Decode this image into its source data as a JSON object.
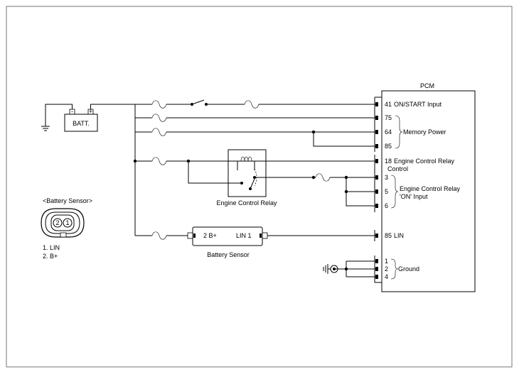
{
  "pcm": {
    "title": "PCM",
    "pins": [
      {
        "num": "41",
        "label": "ON/START Input"
      },
      {
        "num": "75",
        "label": ""
      },
      {
        "num": "64",
        "label": ""
      },
      {
        "num": "85",
        "label": ""
      },
      {
        "num": "18",
        "label": "Engine Control Relay",
        "label2": "Control"
      },
      {
        "num": "3",
        "label": ""
      },
      {
        "num": "5",
        "label": ""
      },
      {
        "num": "6",
        "label": ""
      },
      {
        "num": "85",
        "label": "LIN"
      },
      {
        "num": "1",
        "label": ""
      },
      {
        "num": "2",
        "label": ""
      },
      {
        "num": "4",
        "label": ""
      }
    ],
    "groups": {
      "memory_power": "Memory Power",
      "relay_on_input_1": "Engine Control Relay",
      "relay_on_input_2": "'ON' Input",
      "ground": "Ground"
    }
  },
  "battery": {
    "label": "BATT.",
    "neg": "-",
    "pos": "+"
  },
  "relay": {
    "label": "Engine Control Relay"
  },
  "battery_sensor": {
    "label": "Battery Sensor",
    "pin_b": "2 B+",
    "pin_lin": "LIN 1"
  },
  "connector": {
    "title": "<Battery Sensor>",
    "pin_left": "2",
    "pin_right": "1",
    "legend": [
      "1. LIN",
      "2. B+"
    ]
  }
}
